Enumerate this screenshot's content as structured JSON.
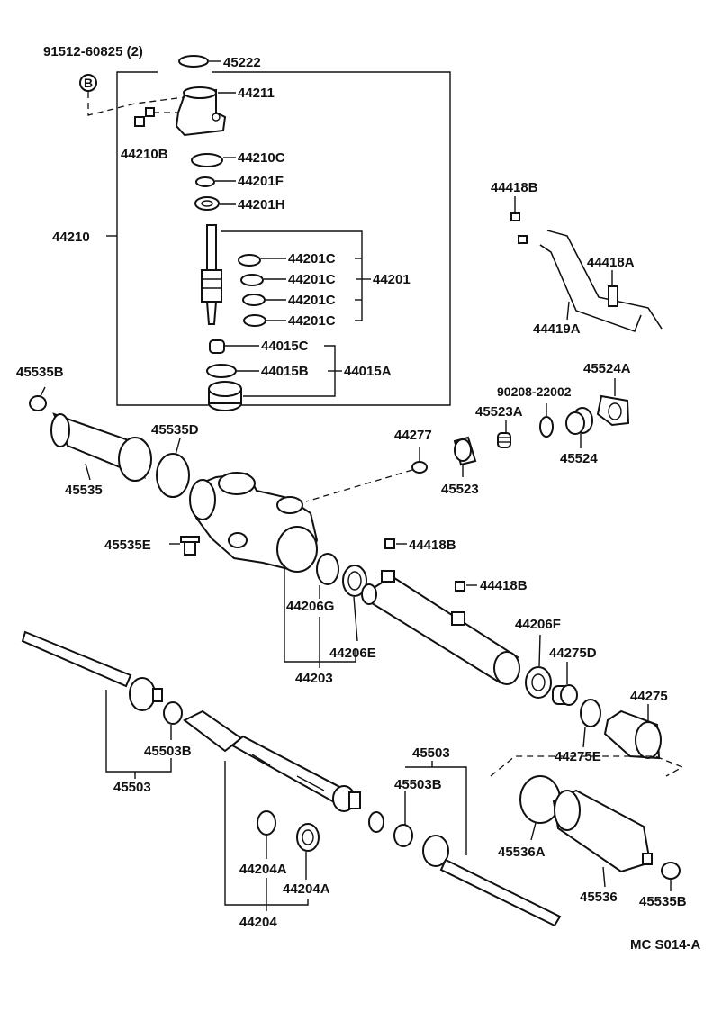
{
  "diagram": {
    "code": "MC S014-A",
    "labels": {
      "p91512": "91512-60825 (2)",
      "p45222": "45222",
      "p44211": "44211",
      "p44210B": "44210B",
      "p44210C": "44210C",
      "p44201F": "44201F",
      "p44201H": "44201H",
      "p44210": "44210",
      "p44201C_1": "44201C",
      "p44201C_2": "44201C",
      "p44201C_3": "44201C",
      "p44201C_4": "44201C",
      "p44201": "44201",
      "p44015C": "44015C",
      "p44015B": "44015B",
      "p44015A": "44015A",
      "p44418B_top": "44418B",
      "p44418A": "44418A",
      "p44419A": "44419A",
      "p45524A": "45524A",
      "p90208": "90208-22002",
      "p45523A": "45523A",
      "p45524": "45524",
      "p45535B_top": "45535B",
      "p45535D": "45535D",
      "p44277": "44277",
      "p45523": "45523",
      "p45535": "45535",
      "p45535E": "45535E",
      "p44418B_mid": "44418B",
      "p44418B_right": "44418B",
      "p44206G": "44206G",
      "p44206E": "44206E",
      "p44203": "44203",
      "p44206F": "44206F",
      "p44275D": "44275D",
      "p44275": "44275",
      "p44275E": "44275E",
      "p45503B_left": "45503B",
      "p45503_left": "45503",
      "p45503_right": "45503",
      "p45503B_right": "45503B",
      "p45536A": "45536A",
      "p45536": "45536",
      "p45535B_bot": "45535B",
      "p44204A_1": "44204A",
      "p44204A_2": "44204A",
      "p44204": "44204",
      "bolt_mark": "B"
    }
  }
}
